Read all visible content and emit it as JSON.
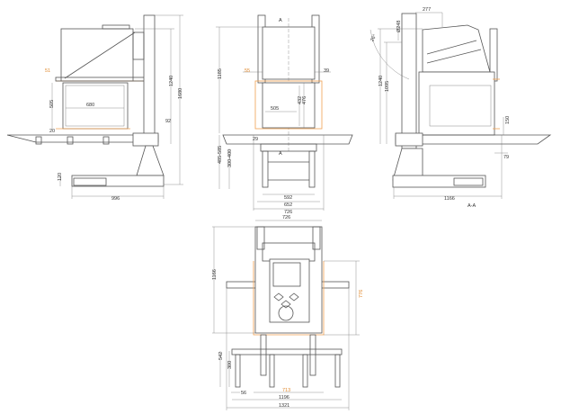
{
  "side_view": {
    "dims": {
      "d51": "51",
      "d505": "505",
      "d680": "680",
      "d20": "20",
      "d120": "120",
      "d996": "996",
      "d1240": "1240",
      "d1680": "1680",
      "d92": "92"
    }
  },
  "front_view": {
    "section_marker": "A",
    "dims": {
      "d1185": "1185",
      "d55": "55",
      "d39": "39",
      "d432": "432",
      "d476": "476",
      "d505": "505",
      "d29": "29",
      "d485_585": "485-585",
      "d300_400": "300-400",
      "d592": "592",
      "d652": "652",
      "d726": "726"
    }
  },
  "section_view": {
    "title": "A-A",
    "dims": {
      "d277": "277",
      "d248": "Ø248",
      "d26": "26°",
      "d1240": "1240",
      "d1095": "1095",
      "d150": "150",
      "d79": "79",
      "d1166": "1166"
    }
  },
  "top_view": {
    "dims": {
      "d726": "726",
      "d1166": "1166",
      "d776": "776",
      "d542": "542",
      "d300": "300",
      "d56": "56",
      "d713": "713",
      "d1196": "1196",
      "d1321": "1321"
    }
  },
  "colors": {
    "line": "#555555",
    "highlight": "#f0a050"
  }
}
